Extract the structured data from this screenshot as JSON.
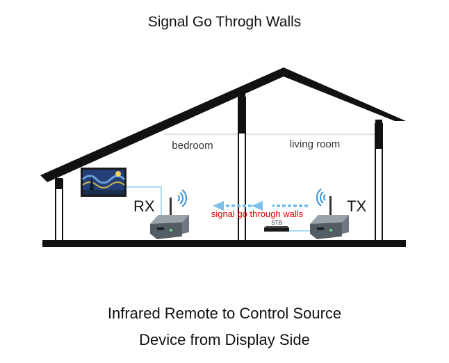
{
  "title": "Signal Go Throgh Walls",
  "rooms": {
    "left": "bedroom",
    "right": "living room"
  },
  "devices": {
    "receiver": "RX",
    "transmitter": "TX",
    "set_top_box": "STB"
  },
  "signal_label": "signal go through walls",
  "caption": {
    "line1": "Infrared Remote to Control Source",
    "line2": "Device from Display Side"
  },
  "colors": {
    "structure": "#111111",
    "wall_fill": "#ffffff",
    "signal_arrow": "#7cc0ea",
    "signal_text": "#e00000",
    "wifi_icon": "#3a8fd6",
    "device_body": "#6f7880"
  },
  "icons": [
    "wifi-signal-icon",
    "arrow-left-icon"
  ]
}
